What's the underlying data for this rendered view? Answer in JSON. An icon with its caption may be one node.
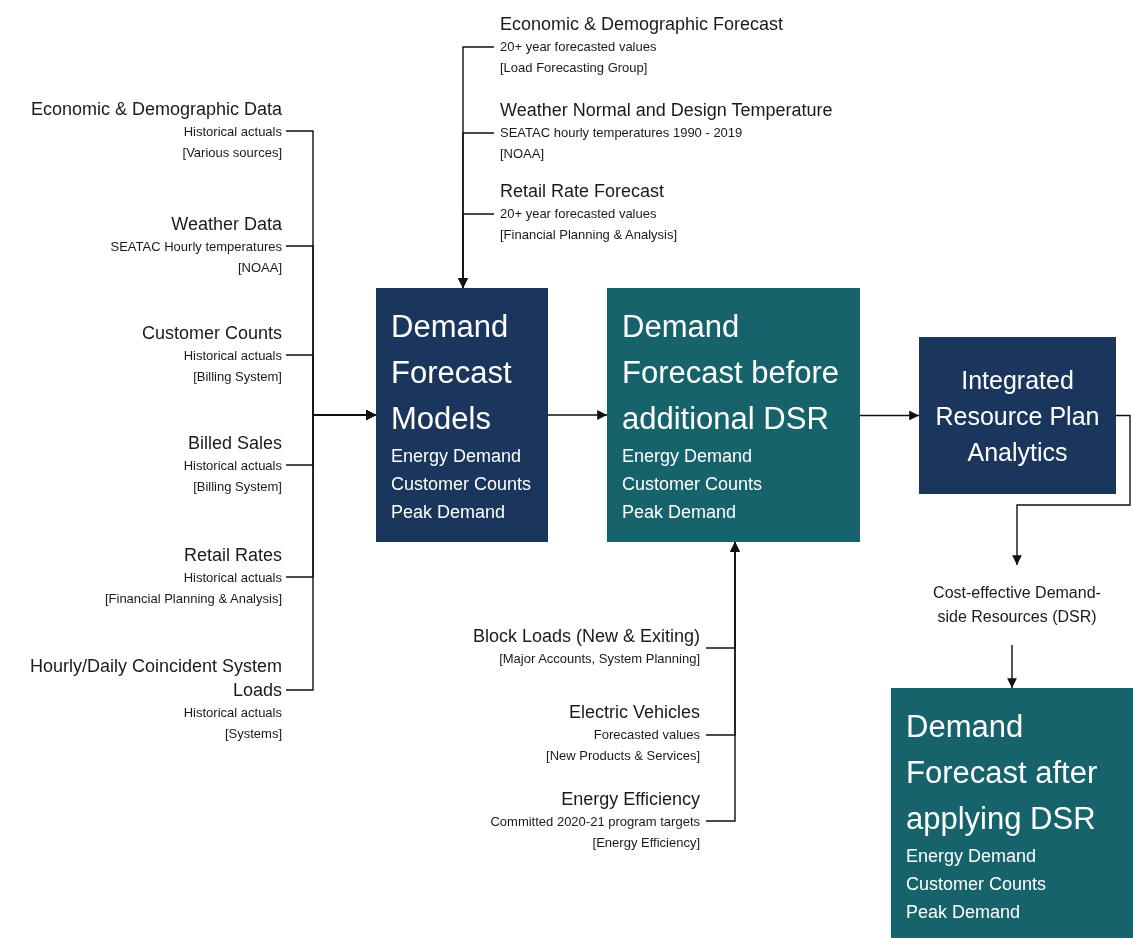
{
  "diagram": {
    "nodes": [
      {
        "text": [
          "Economic & Demographic Data",
          "Historical actuals",
          "[Various sources]"
        ]
      },
      {
        "text": [
          "Weather Data",
          "SEATAC Hourly temperatures",
          "[NOAA]"
        ]
      },
      {
        "text": [
          "Customer Counts",
          "Historical actuals",
          "[Billing System]"
        ]
      },
      {
        "text": [
          "Billed Sales",
          "Historical actuals",
          "[Billing System]"
        ]
      },
      {
        "text": [
          "Retail Rates",
          "Historical actuals",
          "[Financial Planning & Analysis]"
        ]
      },
      {
        "text": [
          "Hourly/Daily Coincident System Loads",
          "Historical actuals",
          "[Systems]"
        ]
      },
      {
        "text": [
          "Economic & Demographic Forecast",
          "20+ year forecasted values",
          "[Load Forecasting Group]"
        ]
      },
      {
        "text": [
          "Weather Normal and Design Temperature",
          "SEATAC hourly temperatures 1990 - 2019",
          "[NOAA]"
        ]
      },
      {
        "text": [
          "Retail Rate Forecast",
          "20+ year forecasted values",
          "[Financial Planning & Analysis]"
        ]
      },
      {
        "text": [
          "Demand Forecast Models",
          "Energy Demand",
          "Customer Counts",
          "Peak Demand"
        ]
      },
      {
        "text": [
          "Demand Forecast before additional DSR",
          "Energy Demand",
          "Customer Counts",
          "Peak Demand"
        ]
      },
      {
        "text": [
          "Block Loads (New & Exiting)",
          "[Major Accounts, System Planning]"
        ]
      },
      {
        "text": [
          "Electric Vehicles",
          "Forecasted values",
          "[New Products & Services]"
        ]
      },
      {
        "text": [
          "Energy Efficiency",
          "Committed 2020-21 program targets",
          "[Energy Efficiency]"
        ]
      },
      {
        "text": [
          "Integrated Resource Plan Analytics"
        ]
      },
      {
        "text": [
          "Cost-effective Demand-side Resources (DSR)"
        ]
      },
      {
        "text": [
          "Demand Forecast after applying DSR",
          "Energy Demand",
          "Customer Counts",
          "Peak Demand"
        ]
      }
    ],
    "edges": [
      {
        "from": 0,
        "to": 9,
        "arrow": "to"
      },
      {
        "from": 1,
        "to": 9,
        "arrow": "to"
      },
      {
        "from": 2,
        "to": 9,
        "arrow": "to"
      },
      {
        "from": 3,
        "to": 9,
        "arrow": "to"
      },
      {
        "from": 4,
        "to": 9,
        "arrow": "to"
      },
      {
        "from": 5,
        "to": 9,
        "arrow": "to"
      },
      {
        "from": 6,
        "to": 9,
        "arrow": "to"
      },
      {
        "from": 7,
        "to": 9,
        "arrow": "to"
      },
      {
        "from": 8,
        "to": 9,
        "arrow": "to"
      },
      {
        "from": 9,
        "to": 10,
        "arrow": "to"
      },
      {
        "from": 11,
        "to": 10,
        "arrow": "to"
      },
      {
        "from": 12,
        "to": 10,
        "arrow": "to"
      },
      {
        "from": 13,
        "to": 10,
        "arrow": "to"
      },
      {
        "from": 10,
        "to": 14,
        "arrow": "to"
      },
      {
        "from": 14,
        "to": 15,
        "arrow": "to"
      },
      {
        "from": 15,
        "to": 16,
        "arrow": "to"
      }
    ]
  }
}
